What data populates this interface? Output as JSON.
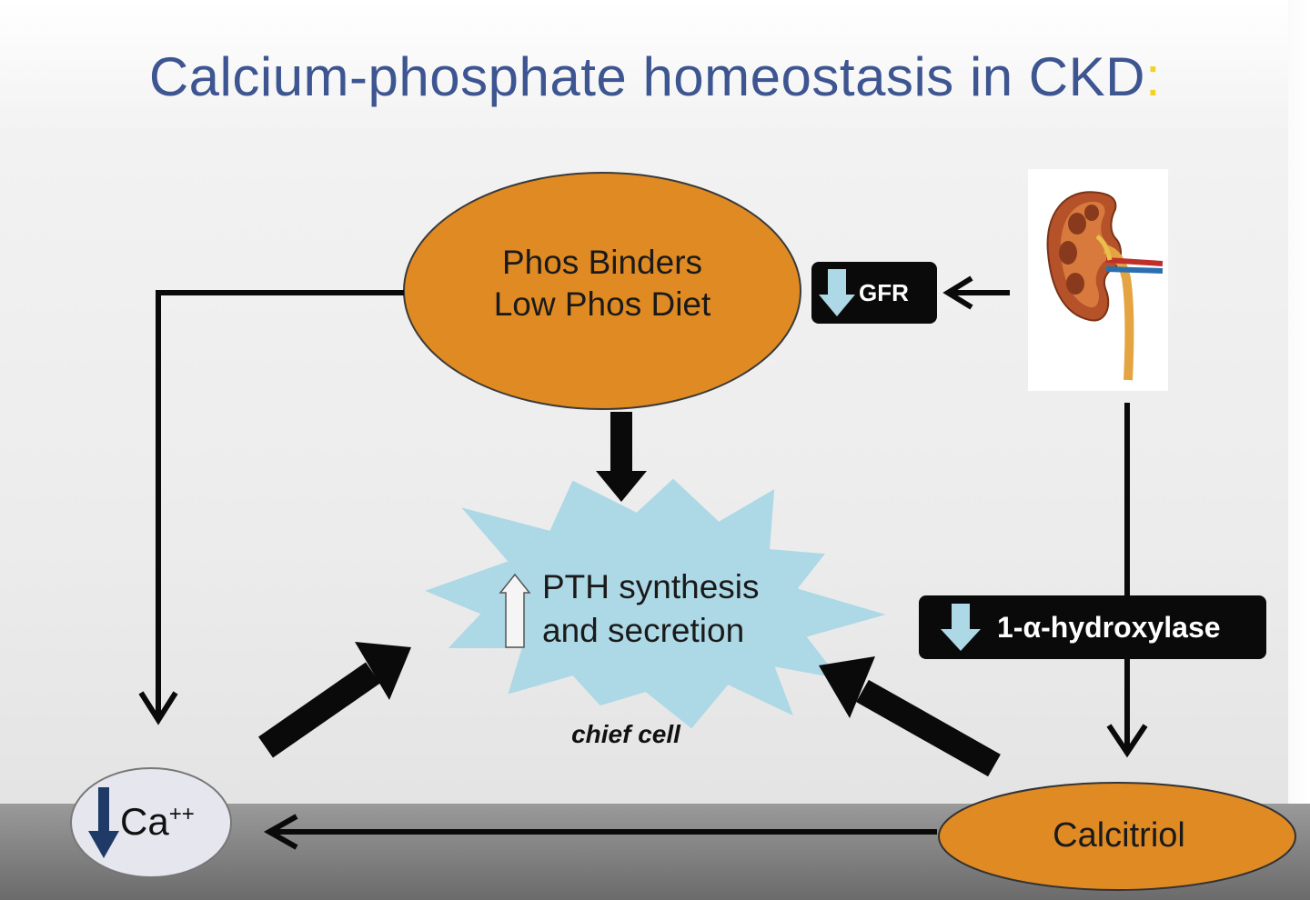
{
  "title": {
    "text": "Calcium-phosphate homeostasis in CKD",
    "colon": ":"
  },
  "nodes": {
    "phos_binders": {
      "line1": "Phos Binders",
      "line2": "Low Phos Diet"
    },
    "pth": {
      "line1": "PTH synthesis",
      "line2": "and secretion",
      "caption": "chief cell"
    },
    "gfr": {
      "label": "GFR"
    },
    "hydroxylase": {
      "label": "1-α-hydroxylase"
    },
    "calcium": {
      "label": "Ca",
      "superscript": "++"
    },
    "calcitriol": {
      "label": "Calcitriol"
    }
  },
  "colors": {
    "title": "#3d5590",
    "title_colon": "#f0d22a",
    "oval_fill": "#e08a23",
    "starburst_fill": "#add8e6",
    "arrow": "#0a0a0a",
    "down_arrow_light": "#add8e6",
    "down_arrow_dark": "#1f3a66",
    "label_box": "#0a0a0a"
  },
  "icons": [
    "kidney-illustration",
    "down-arrow-icon",
    "up-arrow-icon"
  ]
}
